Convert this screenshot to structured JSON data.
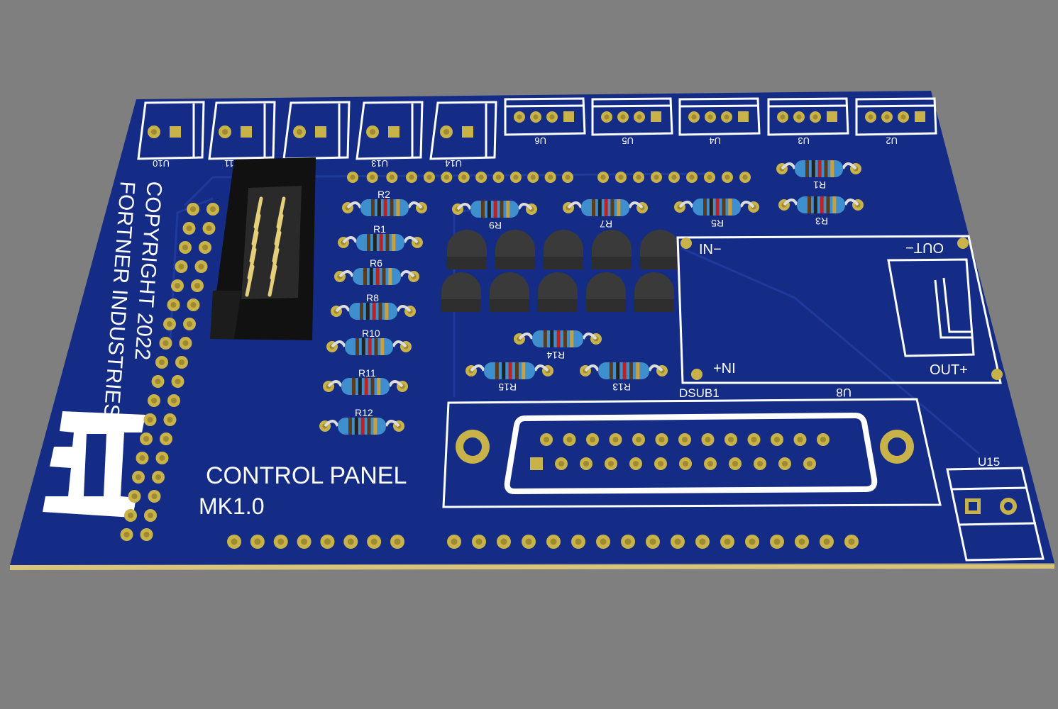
{
  "board": {
    "copyright_line1": "COPYRIGHT 2022",
    "copyright_line2": "FORTNER INDUSTRIES",
    "logo_text": "FI",
    "title": "CONTROL PANEL",
    "version": "MK1.0"
  },
  "terminal_blocks_2pin": [
    "U10",
    "U11",
    "",
    "U13",
    "U14"
  ],
  "terminal_blocks_4pin": [
    "U6",
    "U5",
    "U4",
    "U3",
    "U2"
  ],
  "resistor_labels_top": [
    "R9",
    "R7",
    "R5",
    "R3",
    "R1"
  ],
  "resistor_labels_left": [
    "R2",
    "R1",
    "R6",
    "R8",
    "R10",
    "R11",
    "R12"
  ],
  "resistor_labels_middle": [
    "R14",
    "R15",
    "R13"
  ],
  "converter": {
    "in_minus": "IN−",
    "in_plus": "+NI",
    "out_minus": "OUT−",
    "out_plus": "OUT+",
    "ref": "U8"
  },
  "dsub": {
    "ref": "DSUB1"
  },
  "terminal_u15": {
    "ref": "U15"
  },
  "colors": {
    "background": "#7f7f7f",
    "pcb": "#152c86",
    "pad": "#c8b24a",
    "silkscreen": "#ffffff",
    "resistor_body": "#3f8fcf",
    "transistor": "#3a3a3a"
  }
}
